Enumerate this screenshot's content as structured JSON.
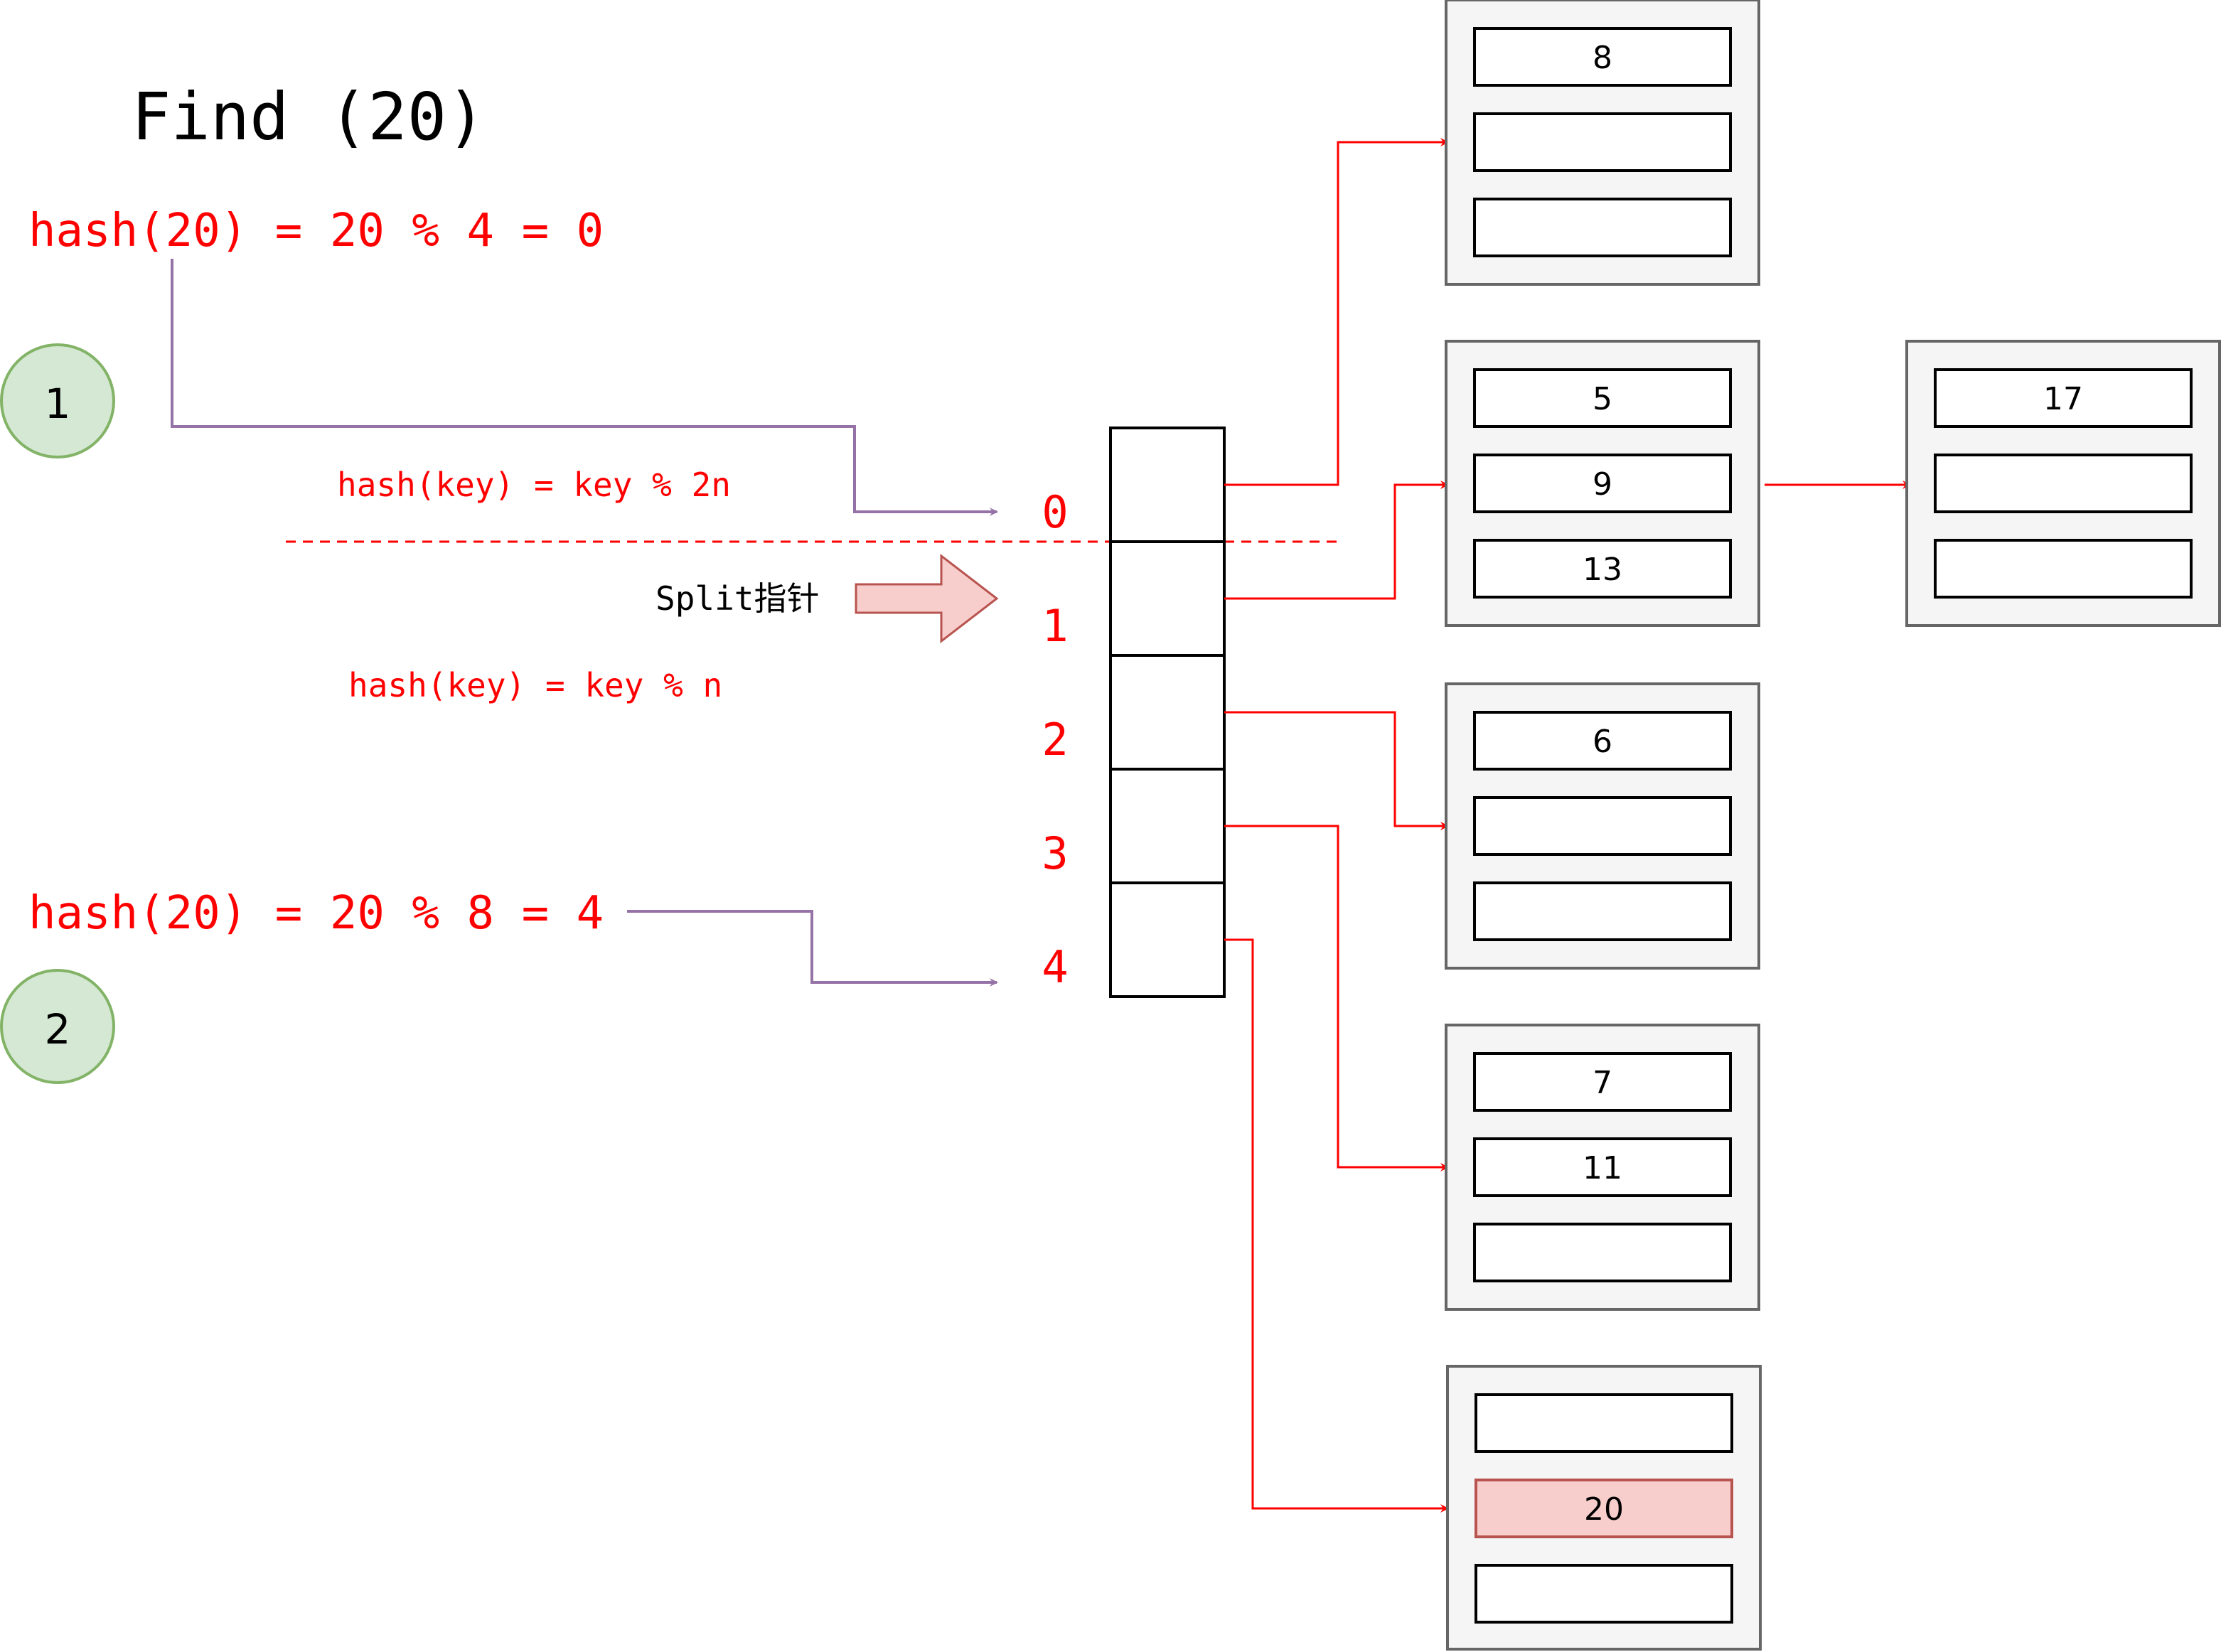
{
  "title": "Find (20)",
  "steps": [
    {
      "number": "1",
      "expression": "hash(20) = 20 % 4 = 0"
    },
    {
      "number": "2",
      "expression": "hash(20) = 20 % 8 = 4"
    }
  ],
  "hash_labels": {
    "above_split": "hash(key) = key % 2n",
    "below_split": "hash(key) = key % n"
  },
  "split_pointer_label": "Split指针",
  "bucket_indices": [
    "0",
    "1",
    "2",
    "3",
    "4"
  ],
  "buckets": [
    {
      "slots": [
        "8",
        "",
        ""
      ]
    },
    {
      "slots": [
        "5",
        "9",
        "13"
      ]
    },
    {
      "slots": [
        "6",
        "",
        ""
      ]
    },
    {
      "slots": [
        "7",
        "11",
        ""
      ]
    },
    {
      "slots": [
        "",
        "20",
        ""
      ],
      "highlight_slot": "20"
    }
  ],
  "overflow_bucket": {
    "slots": [
      "17",
      "",
      ""
    ]
  },
  "colors": {
    "formula": "#ff0000",
    "pointer_arrow": "#9673a6",
    "bucket_link": "#ff0000",
    "step_circle_fill": "#d5e8d4",
    "step_circle_stroke": "#82b366",
    "split_arrow_fill": "#f8cecc",
    "split_arrow_stroke": "#b85450",
    "bucket_fill": "#f5f5f5",
    "bucket_stroke": "#666666",
    "highlight_fill": "#f8cecc"
  }
}
